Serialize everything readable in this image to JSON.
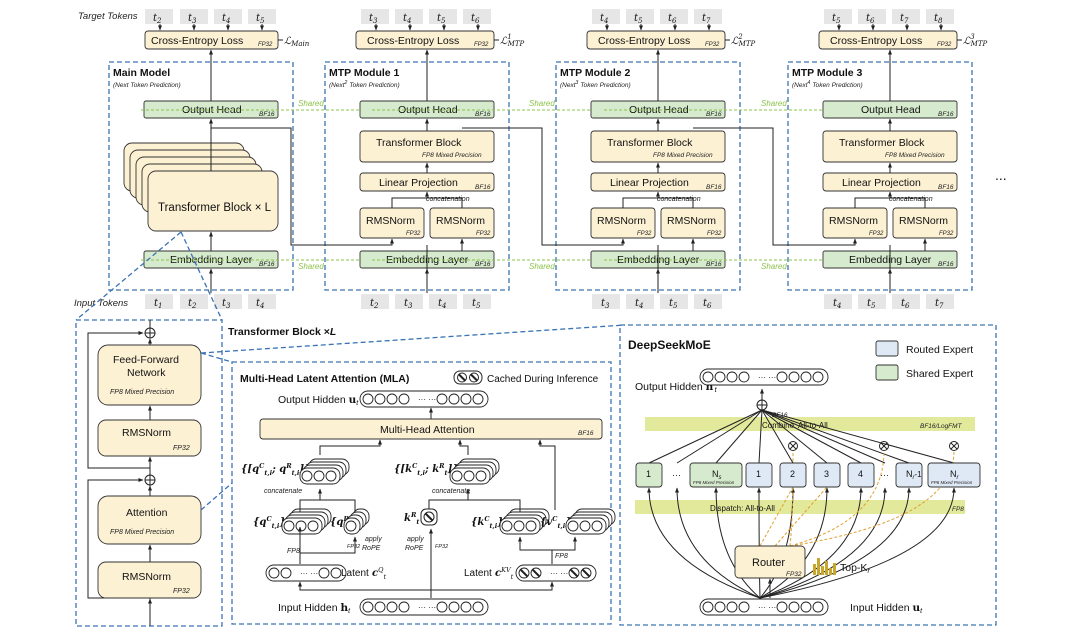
{
  "header": {
    "target_tokens": "Target Tokens",
    "input_tokens": "Input Tokens"
  },
  "target_rows": [
    [
      "t",
      "2",
      "3",
      "4",
      "5"
    ],
    [
      "3",
      "4",
      "5",
      "6"
    ],
    [
      "4",
      "5",
      "6",
      "7"
    ],
    [
      "5",
      "6",
      "7",
      "8"
    ]
  ],
  "input_rows": [
    [
      "1",
      "2",
      "3",
      "4"
    ],
    [
      "2",
      "3",
      "4",
      "5"
    ],
    [
      "3",
      "4",
      "5",
      "6"
    ],
    [
      "4",
      "5",
      "6",
      "7"
    ]
  ],
  "loss": {
    "label": "Cross-Entropy Loss",
    "precision": "FP32",
    "main": "Main",
    "mtp": "MTP"
  },
  "main_model": {
    "title": "Main Model",
    "subtitle": "(Next Token Prediction)",
    "transformer": "Transformer Block × L"
  },
  "mtp_modules": [
    {
      "title": "MTP Module 1",
      "subtitle": "Token Prediction",
      "sup": "2"
    },
    {
      "title": "MTP Module 2",
      "subtitle": "Token Prediction",
      "sup": "3"
    },
    {
      "title": "MTP Module 3",
      "subtitle": "Token Prediction",
      "sup": "4"
    }
  ],
  "blocks": {
    "output_head": "Output Head",
    "embedding": "Embedding Layer",
    "transformer_block": "Transformer Block",
    "fp8_mixed": "FP8 Mixed Precision",
    "linear_projection": "Linear Projection",
    "concatenation": "concatenation",
    "rmsnorm": "RMSNorm",
    "bf16": "BF16",
    "fp32": "FP32",
    "shared": "Shared",
    "ellipsis": "..."
  },
  "tb_detail": {
    "title": "Transformer Block ×L",
    "ffn_line1": "Feed-Forward",
    "ffn_line2": "Network",
    "ffn_precision": "FP8 Mixed Precision",
    "attention": "Attention",
    "attention_precision": "FP8 Mixed Precision",
    "rmsnorm": "RMSNorm",
    "fp32": "FP32"
  },
  "mla": {
    "title": "Multi-Head Latent Attention (MLA)",
    "cached_label": "Cached During Inference",
    "output_hidden": "Output Hidden",
    "output_var": "u",
    "mha": "Multi-Head Attention",
    "bf16": "BF16",
    "q_concat_label": "{[q",
    "k_concat_label": "{[k",
    "concatenate": "concatenate",
    "apply_rope": "apply",
    "rope": "RoPE",
    "fp8": "FP8",
    "fp32": "FP32",
    "latent": "Latent",
    "input_hidden": "Input Hidden",
    "input_var": "h"
  },
  "moe": {
    "title": "DeepSeekMoE",
    "legend_routed": "Routed Expert",
    "legend_shared": "Shared Expert",
    "output_hidden": "Output Hidden",
    "output_var": "h",
    "bf16": "BF16",
    "combine": "Combine: All-to-All",
    "combine_precision": "BF16/LogFMT",
    "dispatch": "Dispatch: All-to-All",
    "dispatch_precision": "FP8",
    "router": "Router",
    "router_precision": "FP32",
    "topk": "Top-K",
    "input_hidden": "Input Hidden",
    "input_var": "u",
    "shared_experts": [
      "1",
      "...",
      "N"
    ],
    "routed_experts": [
      "1",
      "2",
      "3",
      "4",
      "...",
      "N",
      "N"
    ],
    "expert_precision": "FP8 Mixed Precision",
    "nr_minus": "-1",
    "colors": {
      "routed": "#dfe9f6",
      "shared": "#d6ebcd",
      "bar": "#dde58a",
      "border": "#3a73b5"
    }
  }
}
